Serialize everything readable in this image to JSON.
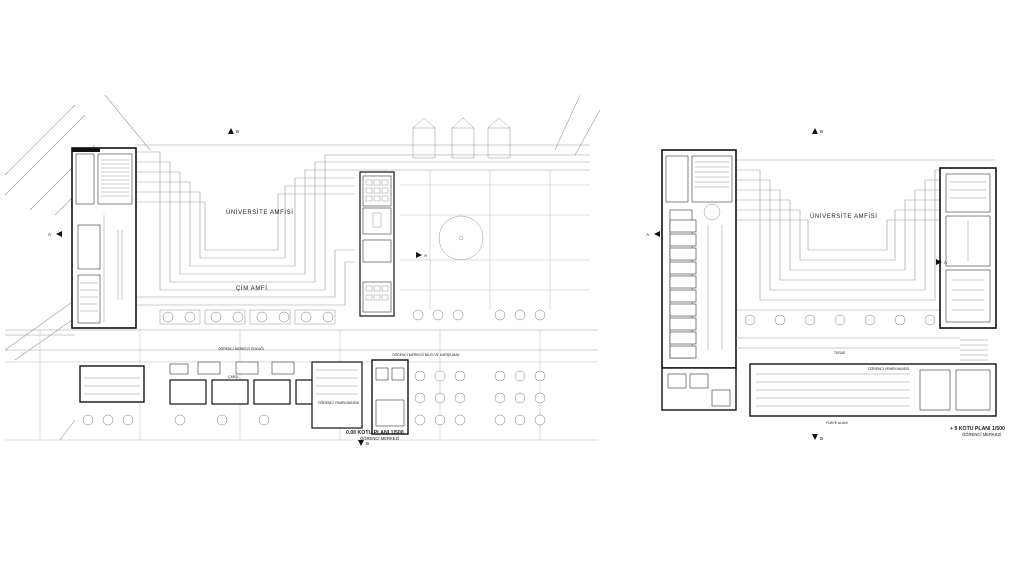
{
  "left_plan": {
    "title": "0.00 KOTU PLANI 1/500",
    "subtitle": "ÖĞRENCİ MERKEZİ",
    "amphi_label": "ÜNİVERSİTE AMFİSİ",
    "grass_amphi_label": "ÇİM AMFİ",
    "street_label": "ÖĞRENCİ MERKEZİ SOKAĞI",
    "market_label": "ÇARŞI",
    "dining_label": "ÖĞRENCİ YEMEKHANESİ",
    "info_label": "ÖĞRENCİ MERKEZİ BİLGİ VE KARŞILAMA",
    "section_a": "A",
    "section_b": "B"
  },
  "right_plan": {
    "title": "+ 5 KOTU PLANI 1/500",
    "subtitle": "ÖĞRENCİ MERKEZİ",
    "amphi_label": "ÜNİVERSİTE AMFİSİ",
    "dining_label": "ÖĞRENCİ YEMEKHANESİ",
    "terrace_label": "TERAS",
    "foyer_label": "FUAYE ALANI",
    "section_a": "A",
    "section_b": "B"
  }
}
